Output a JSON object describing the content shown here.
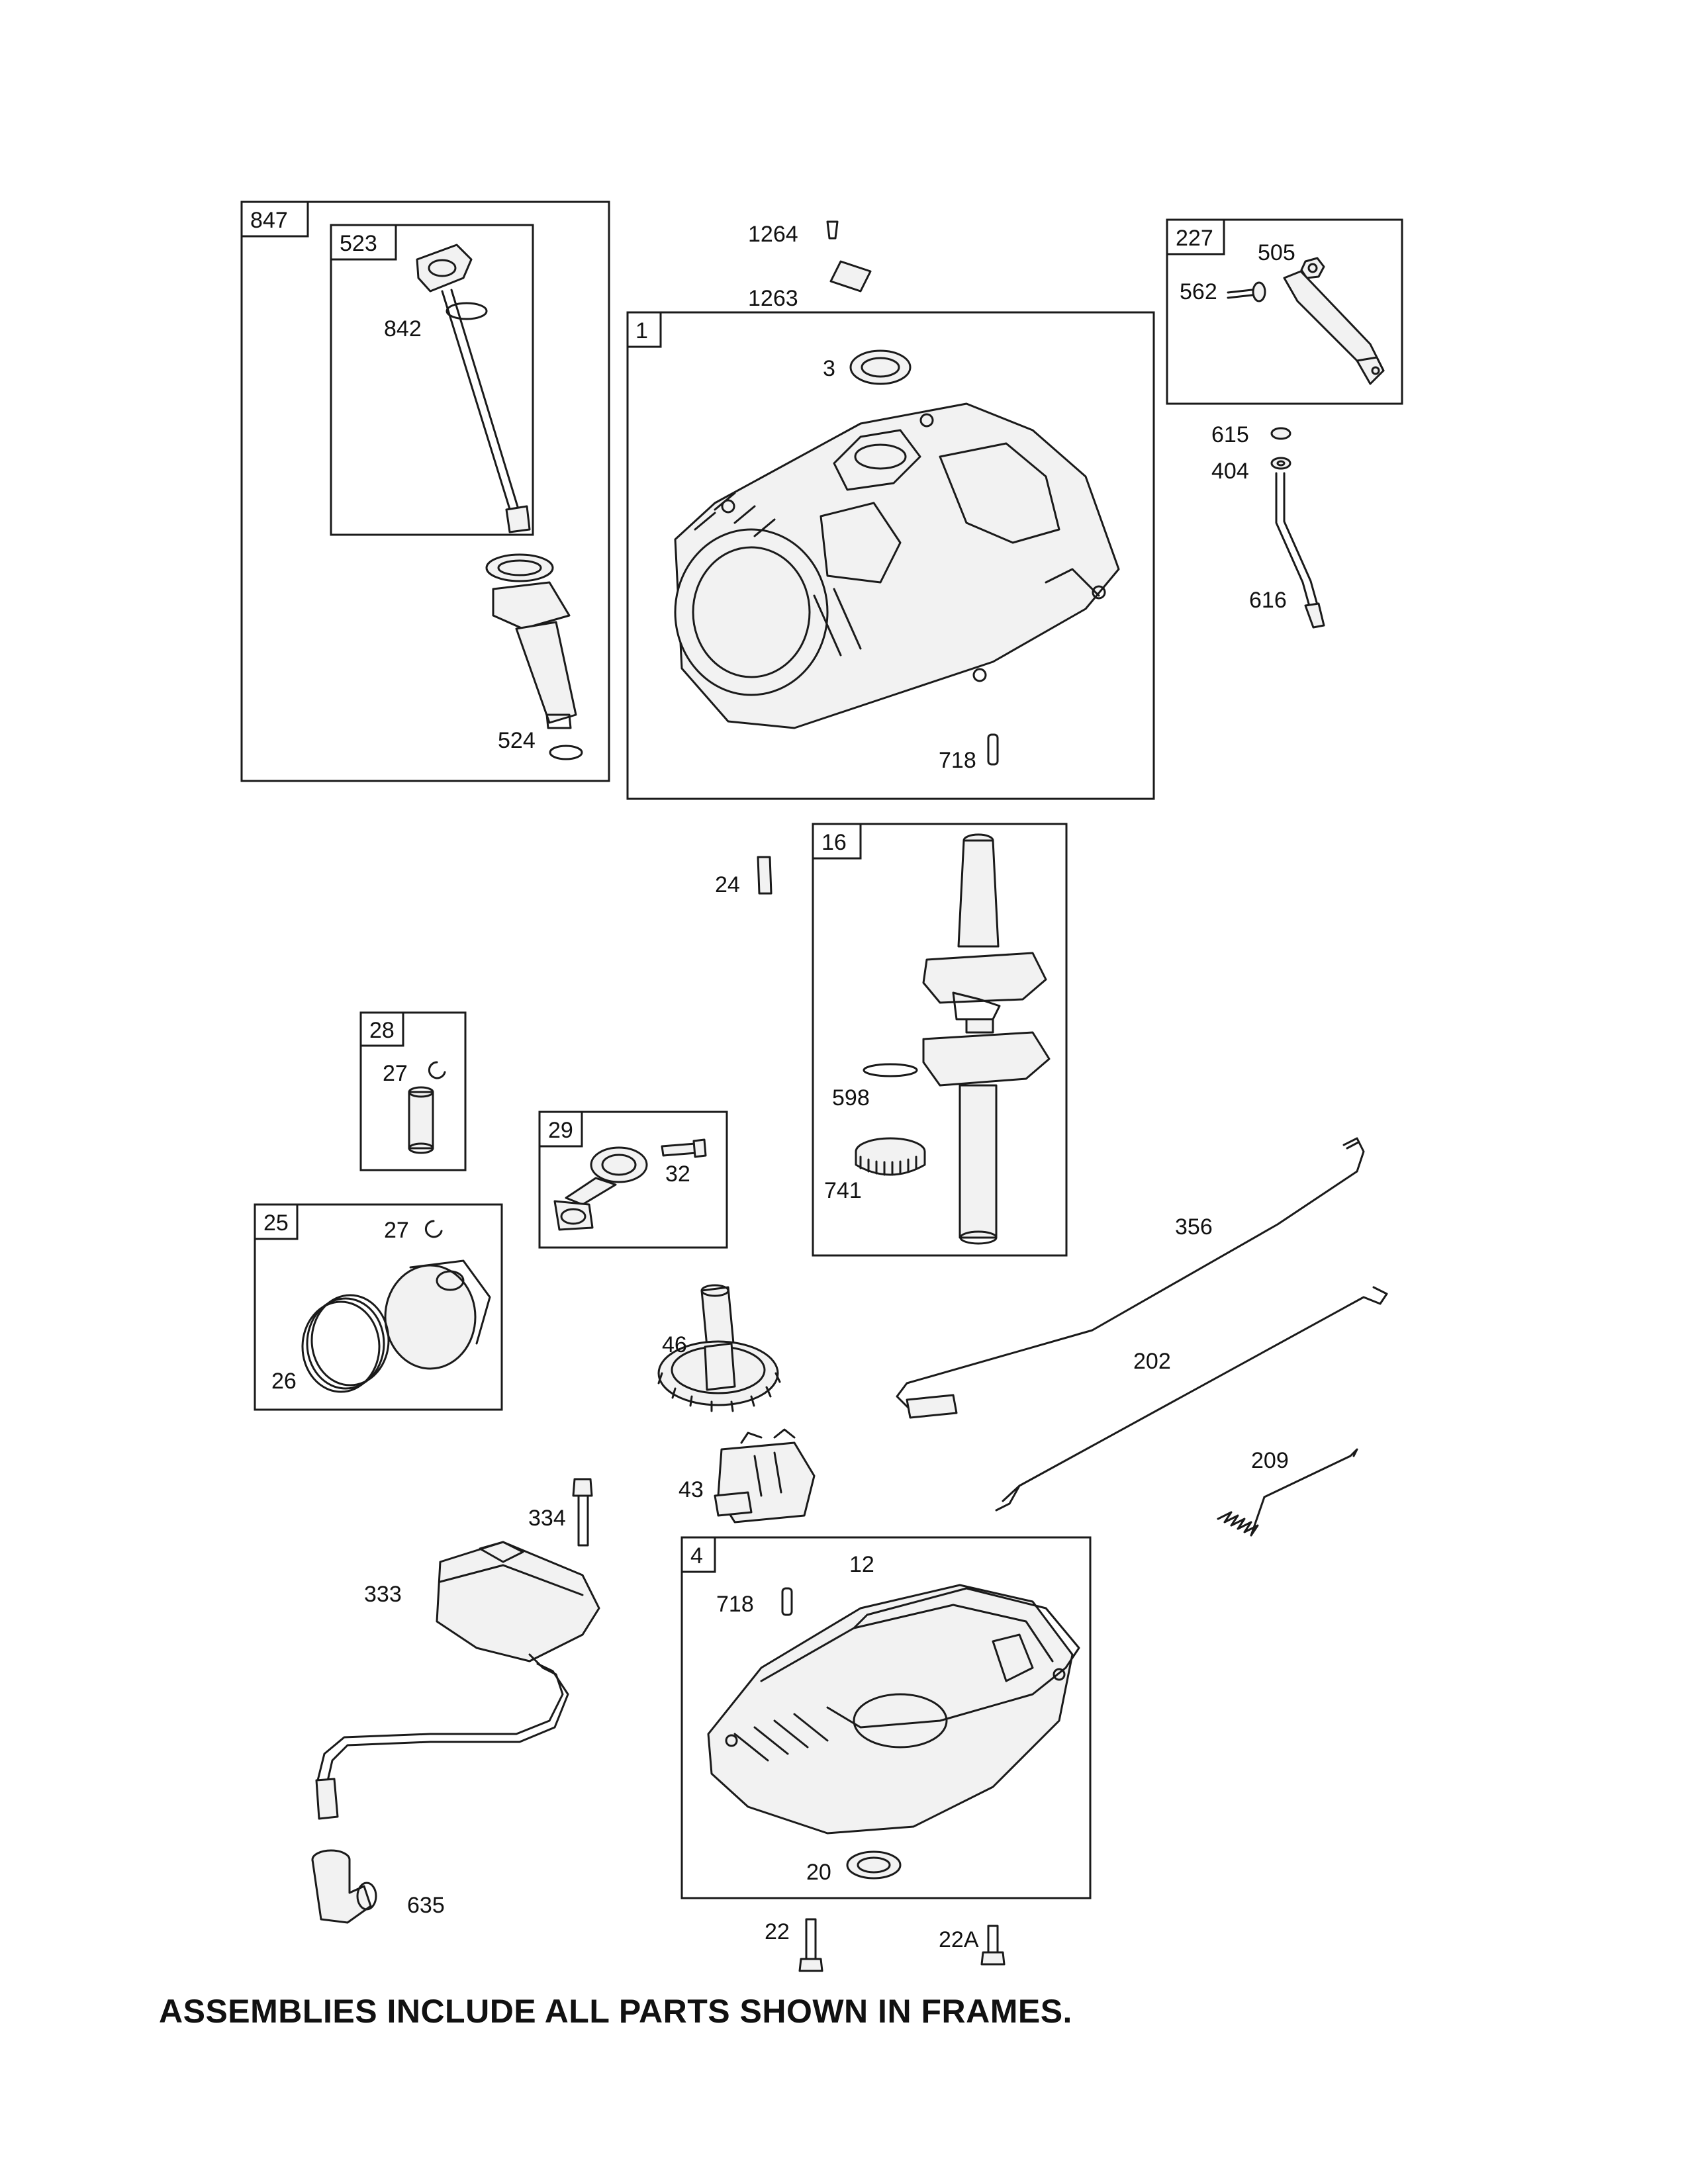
{
  "frames": [
    {
      "id": "847"
    },
    {
      "id": "523"
    },
    {
      "id": "1"
    },
    {
      "id": "227"
    },
    {
      "id": "16"
    },
    {
      "id": "28"
    },
    {
      "id": "29"
    },
    {
      "id": "25"
    },
    {
      "id": "4"
    }
  ],
  "callouts": {
    "p1264": "1264",
    "p1263": "1263",
    "p3": "3",
    "p842": "842",
    "p524": "524",
    "p718a": "718",
    "p505": "505",
    "p562": "562",
    "p615": "615",
    "p404": "404",
    "p616": "616",
    "p24": "24",
    "p27a": "27",
    "p598": "598",
    "p741": "741",
    "p32": "32",
    "p27b": "27",
    "p26": "26",
    "p356": "356",
    "p46": "46",
    "p202": "202",
    "p209": "209",
    "p43": "43",
    "p334": "334",
    "p333": "333",
    "p12": "12",
    "p718b": "718",
    "p20": "20",
    "p635": "635",
    "p22": "22",
    "p22A": "22A"
  },
  "footer": "ASSEMBLIES INCLUDE ALL PARTS SHOWN IN FRAMES."
}
